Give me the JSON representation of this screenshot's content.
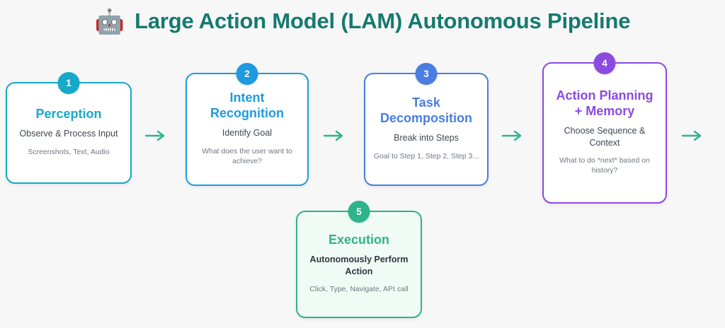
{
  "header": {
    "icon": "robot-icon",
    "emoji": "🤖",
    "title": "Large Action Model (LAM) Autonomous Pipeline",
    "title_color": "#157a6e"
  },
  "background_color": "#f7f7f8",
  "arrow_color": "#2eb489",
  "arrows": [
    {
      "name": "arrow-1-to-2",
      "glyph": "→"
    },
    {
      "name": "arrow-2-to-3",
      "glyph": "→"
    },
    {
      "name": "arrow-3-to-4",
      "glyph": "→"
    },
    {
      "name": "arrow-4-to-5",
      "glyph": "→"
    }
  ],
  "pipeline": {
    "steps": [
      {
        "number": "1",
        "title": "Perception",
        "subtitle": "Observe & Process Input",
        "detail": "Screenshots, Text, Audio",
        "accent": "#17a9c9",
        "fill": "#ffffff"
      },
      {
        "number": "2",
        "title": "Intent Recognition",
        "subtitle": "Identify Goal",
        "detail": "What does the user want to achieve?",
        "accent": "#1e9ae0",
        "fill": "#ffffff"
      },
      {
        "number": "3",
        "title": "Task Decomposition",
        "subtitle": "Break into Steps",
        "detail": "Goal to Step 1, Step 2, Step 3...",
        "accent": "#4a7de0",
        "fill": "#ffffff"
      },
      {
        "number": "4",
        "title": "Action Planning + Memory",
        "subtitle": "Choose Sequence & Context",
        "detail": "What to do *next* based on history?",
        "accent": "#8b4ae0",
        "fill": "#ffffff"
      },
      {
        "number": "5",
        "title": "Execution",
        "subtitle": "Autonomously Perform Action",
        "detail": "Click, Type, Navigate, API call",
        "accent": "#2eb489",
        "fill": "#f1fbf5"
      }
    ]
  }
}
